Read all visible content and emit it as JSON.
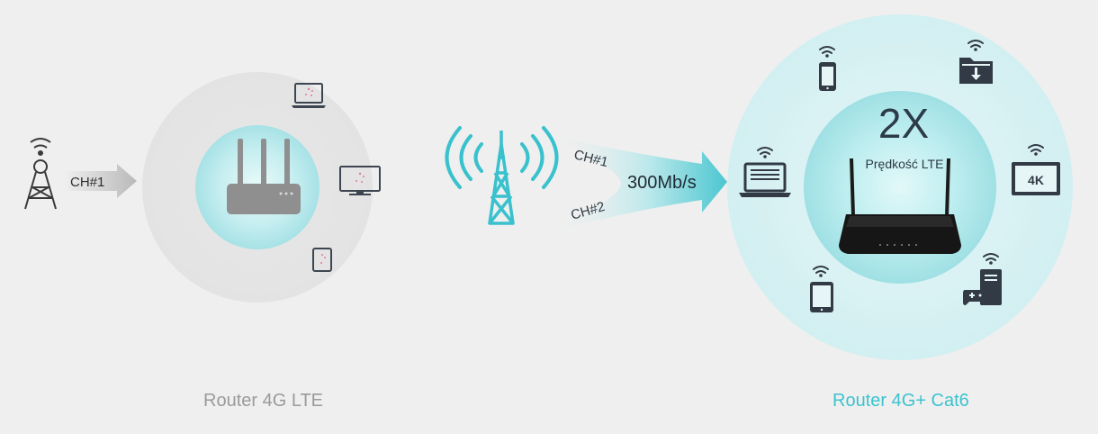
{
  "left": {
    "channel_label": "CH#1",
    "caption": "Router 4G LTE"
  },
  "middle": {
    "channels": [
      "CH#1",
      "CH#2"
    ],
    "speed_label": "300Mb/s"
  },
  "right": {
    "multiplier": "2X",
    "subtitle": "Prędkość LTE",
    "tv_badge": "4K",
    "caption": "Router 4G+ Cat6"
  },
  "colors": {
    "background": "#efefef",
    "accent": "#3cc3cf",
    "dark_icon": "#323a45",
    "gray": "#9a9a9a"
  }
}
